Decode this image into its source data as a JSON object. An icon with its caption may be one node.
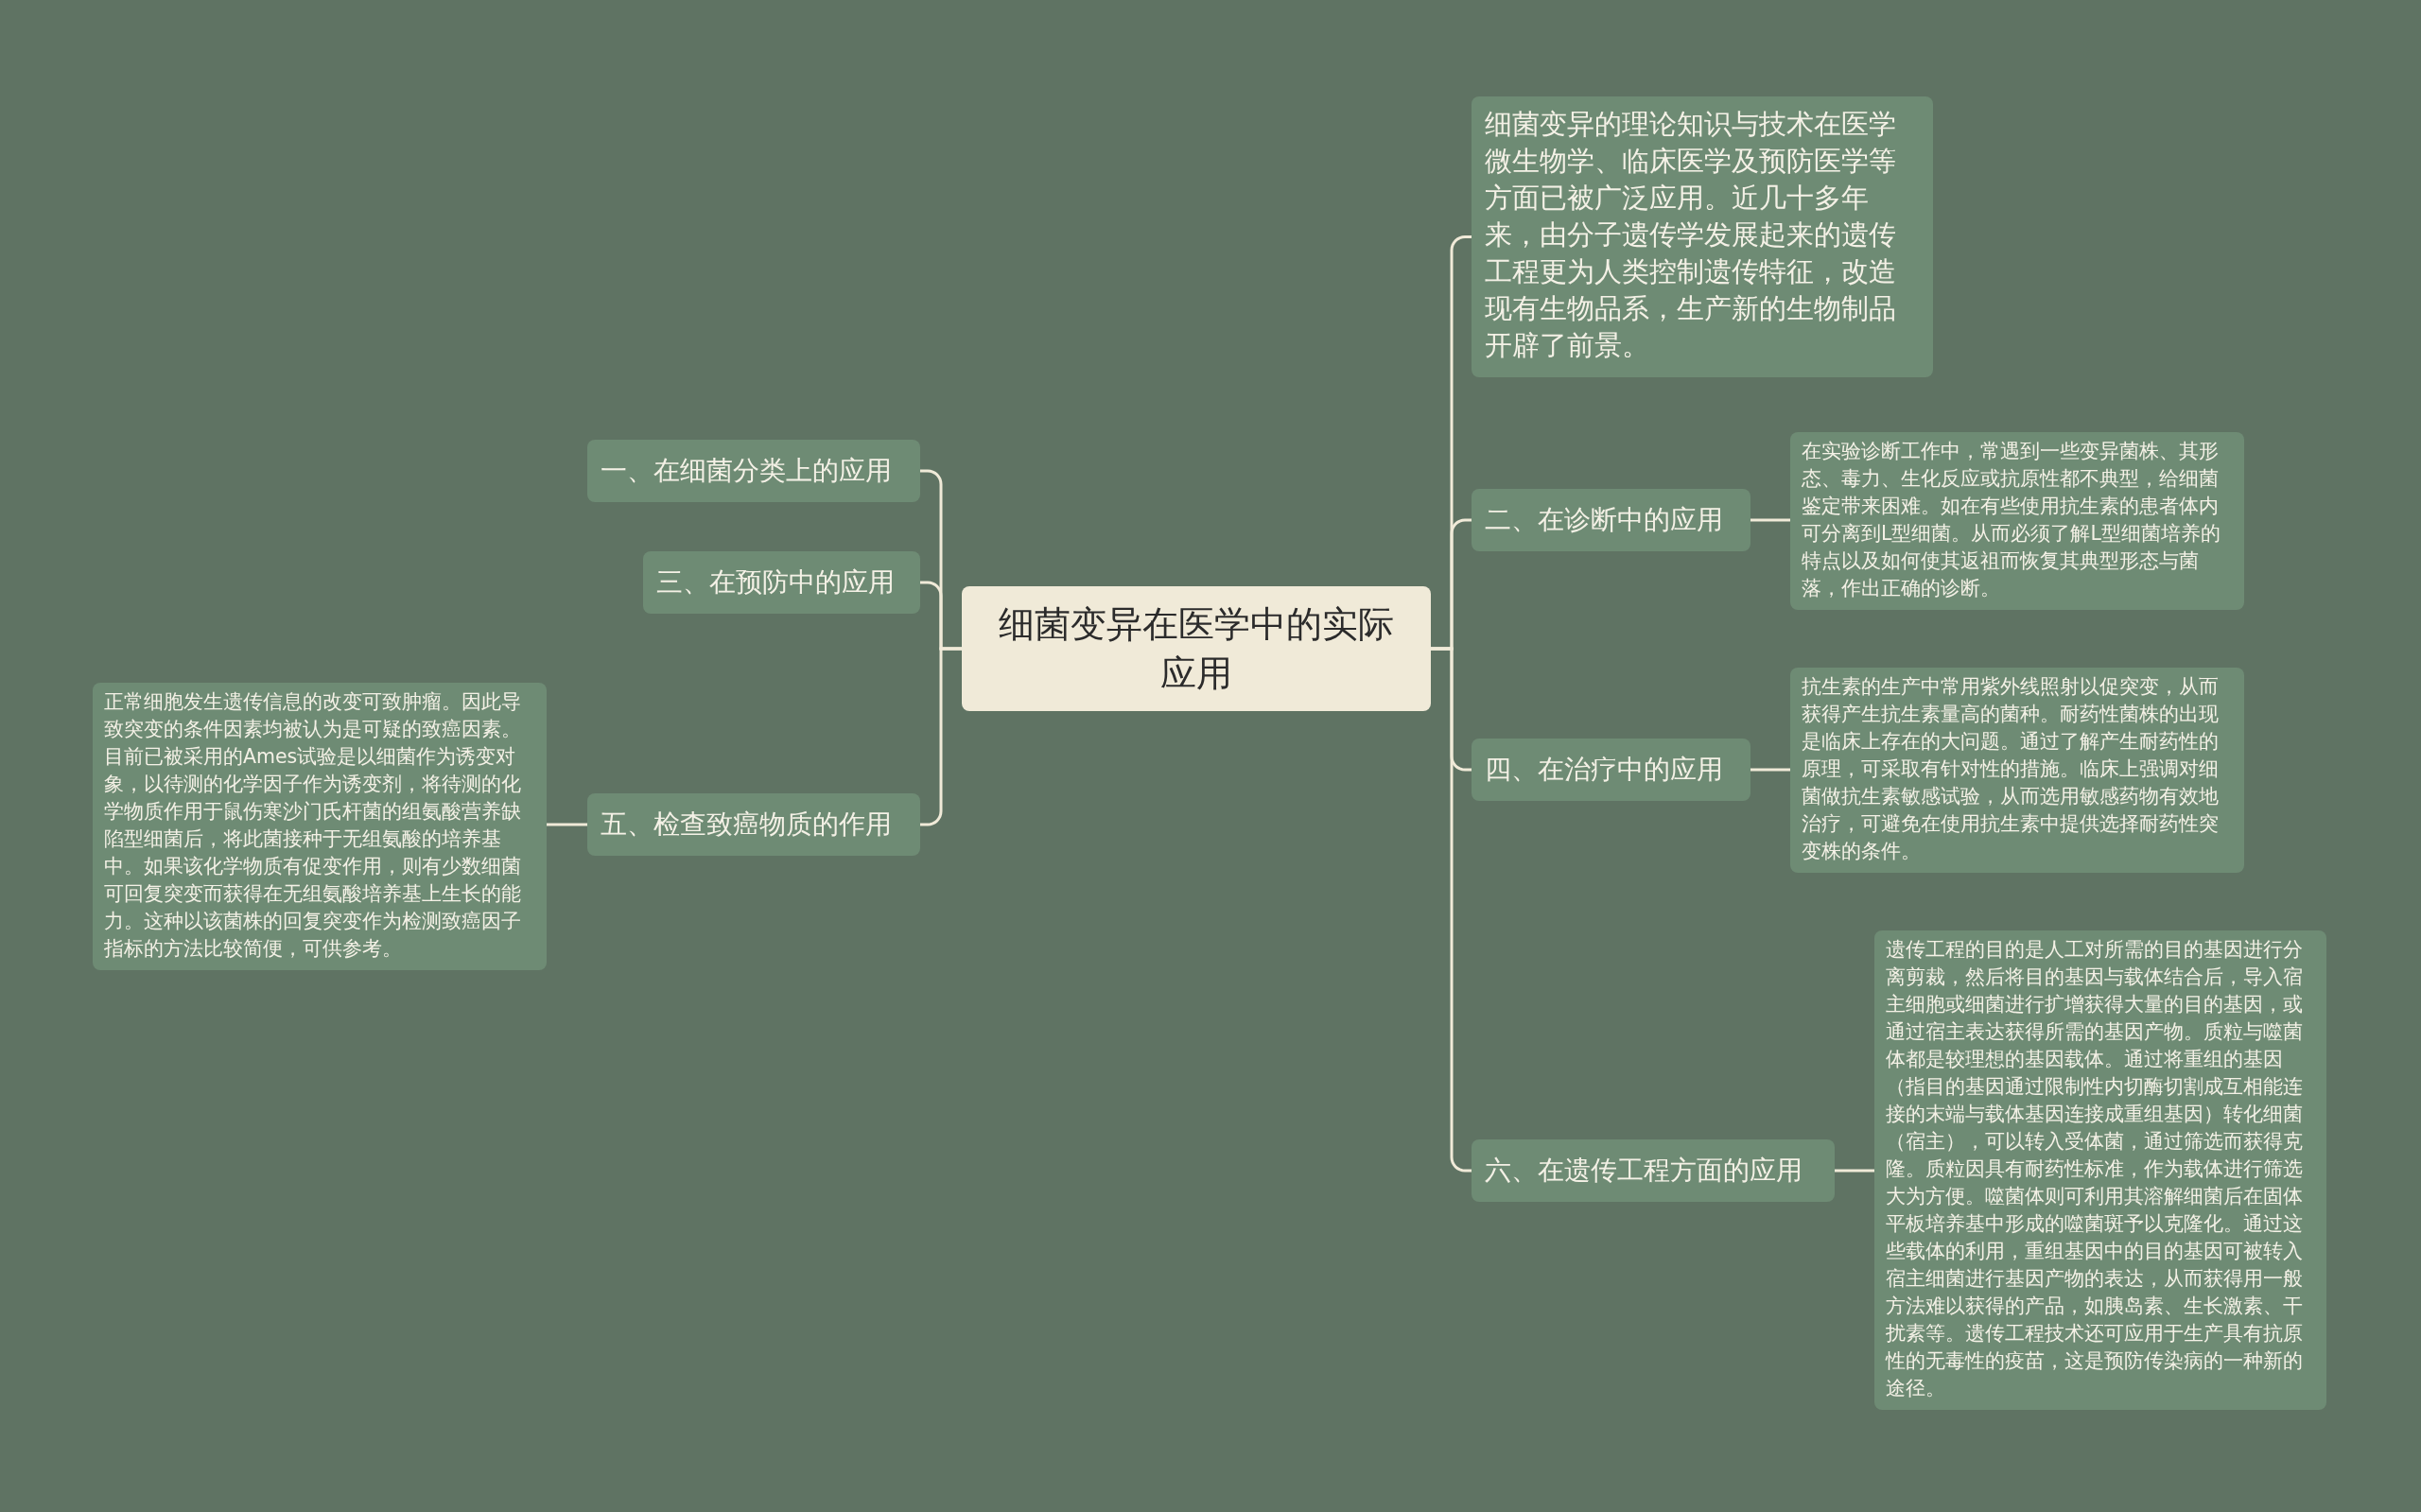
{
  "diagram": {
    "nodes": [
      {
        "text": [
          "细菌变异在医学中的实际应用"
        ]
      },
      {
        "text": [
          "细菌变异的理论知识与技术在医学微生物学、临床医学及预防医学等方面已被广泛应用。近几十多年来，由分子遗传学发展起来的遗传工程更为人类控制遗传特征，改造现有生物品系，生产新的生物制品开辟了前景。"
        ]
      },
      {
        "text": [
          "一、在细菌分类上的应用"
        ]
      },
      {
        "text": [
          "二、在诊断中的应用"
        ]
      },
      {
        "text": [
          "在实验诊断工作中，常遇到一些变异菌株、其形态、毒力、生化反应或抗原性都不典型，给细菌鉴定带来困难。如在有些使用抗生素的患者体内可分离到L型细菌。从而必须了解L型细菌培养的特点以及如何使其返祖而恢复其典型形态与菌落，作出正确的诊断。"
        ]
      },
      {
        "text": [
          "三、在预防中的应用"
        ]
      },
      {
        "text": [
          "四、在治疗中的应用"
        ]
      },
      {
        "text": [
          "抗生素的生产中常用紫外线照射以促突变，从而获得产生抗生素量高的菌种。耐药性菌株的出现是临床上存在的大问题。通过了解产生耐药性的原理，可采取有针对性的措施。临床上强调对细菌做抗生素敏感试验，从而选用敏感药物有效地治疗，可避免在使用抗生素中提供选择耐药性突变株的条件。"
        ]
      },
      {
        "text": [
          "五、检查致癌物质的作用"
        ]
      },
      {
        "text": [
          "正常细胞发生遗传信息的改变可致肿瘤。因此导致突变的条件因素均被认为是可疑的致癌因素。目前已被采用的Ames试验是以细菌作为诱变对象，以待测的化学因子作为诱变剂，将待测的化学物质作用于鼠伤寒沙门氏杆菌的组氨酸营养缺陷型细菌后，将此菌接种于无组氨酸的培养基中。如果该化学物质有促变作用，则有少数细菌可回复突变而获得在无组氨酸培养基上生长的能力。这种以该菌株的回复突变作为检测致癌因子指标的方法比较简便，可供参考。"
        ]
      },
      {
        "text": [
          "六、在遗传工程方面的应用"
        ]
      },
      {
        "text": [
          "遗传工程的目的是人工对所需的目的基因进行分离剪裁，然后将目的基因与载体结合后，导入宿主细胞或细菌进行扩增获得大量的目的基因，或通过宿主表达获得所需的基因产物。质粒与噬菌体都是较理想的基因载体。通过将重组的基因（指目的基因通过限制性内切酶切割成互相能连接的末端与载体基因连接成重组基因）转化细菌（宿主），可以转入受体菌，通过筛选而获得克隆。质粒因具有耐药性标准，作为载体进行筛选大为方便。噬菌体则可利用其溶解细菌后在固体平板培养基中形成的噬菌斑予以克隆化。通过这些载体的利用，重组基因中的目的基因可被转入宿主细菌进行基因产物的表达，从而获得用一般方法难以获得的产品，如胰岛素、生长激素、干扰素等。遗传工程技术还可应用于生产具有抗原性的无毒性的疫苗，这是预防传染病的一种新的途径。"
        ]
      }
    ],
    "edges": [
      {
        "from": 0,
        "to": 1,
        "arrow": "none"
      },
      {
        "from": 0,
        "to": 2,
        "arrow": "none"
      },
      {
        "from": 0,
        "to": 3,
        "arrow": "none"
      },
      {
        "from": 3,
        "to": 4,
        "arrow": "none"
      },
      {
        "from": 0,
        "to": 5,
        "arrow": "none"
      },
      {
        "from": 0,
        "to": 6,
        "arrow": "none"
      },
      {
        "from": 6,
        "to": 7,
        "arrow": "none"
      },
      {
        "from": 0,
        "to": 8,
        "arrow": "none"
      },
      {
        "from": 8,
        "to": 9,
        "arrow": "none"
      },
      {
        "from": 0,
        "to": 10,
        "arrow": "none"
      },
      {
        "from": 10,
        "to": 11,
        "arrow": "none"
      }
    ]
  }
}
